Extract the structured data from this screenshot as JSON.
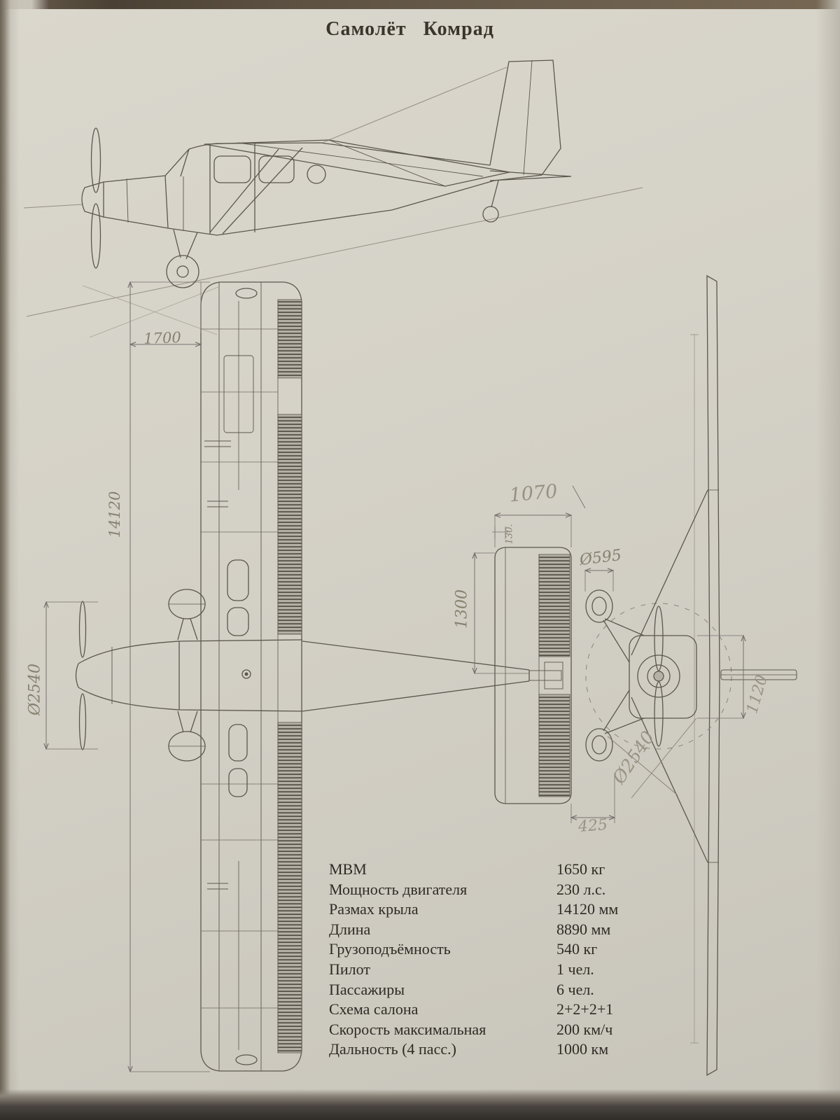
{
  "title": "Самолёт Комрад",
  "drawing": {
    "dims": {
      "nose_to_wing": "1700",
      "wingspan": "14120",
      "prop_diameter_plan": "Ø2540",
      "stab_chord": "1070",
      "stab_le": "130.",
      "stab_span": "1300",
      "wheel_diameter": "Ø595",
      "prop_diameter_front": "Ø2540",
      "tail_track": "425",
      "fuselage_width": "1120"
    }
  },
  "specs": {
    "rows": [
      {
        "label": "МВМ",
        "value": "1650 кг"
      },
      {
        "label": "Мощность двигателя",
        "value": "230 л.с."
      },
      {
        "label": "Размах крыла",
        "value": "14120 мм"
      },
      {
        "label": "Длина",
        "value": "8890 мм"
      },
      {
        "label": "Грузоподъёмность",
        "value": "540 кг"
      },
      {
        "label": "Пилот",
        "value": "1 чел."
      },
      {
        "label": "Пассажиры",
        "value": "6 чел."
      },
      {
        "label": "Схема салона",
        "value": "2+2+2+1"
      },
      {
        "label": "Скорость максимальная",
        "value": "200 км/ч"
      },
      {
        "label": "Дальность (4 пасс.)",
        "value": "1000 км"
      }
    ]
  }
}
